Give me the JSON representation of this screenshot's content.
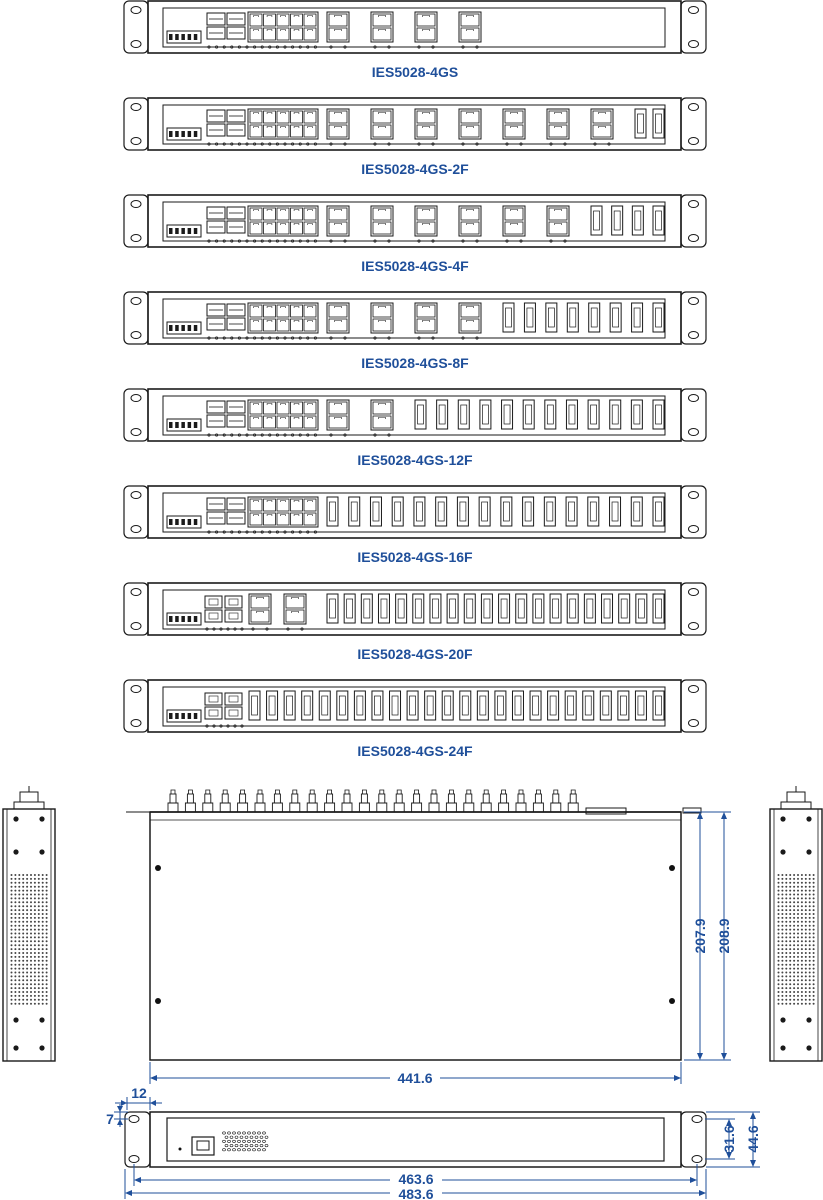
{
  "models": [
    {
      "name": "IES5028-4GS",
      "rj_groups": 4,
      "sfp_singles": 0
    },
    {
      "name": "IES5028-4GS-2F",
      "rj_groups": 7,
      "sfp_singles": 2
    },
    {
      "name": "IES5028-4GS-4F",
      "rj_groups": 6,
      "sfp_singles": 4
    },
    {
      "name": "IES5028-4GS-8F",
      "rj_groups": 4,
      "sfp_singles": 8
    },
    {
      "name": "IES5028-4GS-12F",
      "rj_groups": 2,
      "sfp_singles": 12
    },
    {
      "name": "IES5028-4GS-16F",
      "rj_groups": 0,
      "sfp_singles": 16
    },
    {
      "name": "IES5028-4GS-20F",
      "rj_groups": 2,
      "sfp_singles": 20
    },
    {
      "name": "IES5028-4GS-24F",
      "rj_groups": 0,
      "sfp_singles": 24
    }
  ],
  "dimensions": {
    "depth_inner": "207.9",
    "depth_outer": "208.9",
    "body_width": "441.6",
    "hole_spacing": "463.6",
    "overall_width": "483.6",
    "ear_width": "12",
    "hole_offset": "7",
    "hole_pitch": "31.6",
    "height": "44.6"
  },
  "colors": {
    "label": "#1f4f9a",
    "line": "#1a1a1a"
  }
}
